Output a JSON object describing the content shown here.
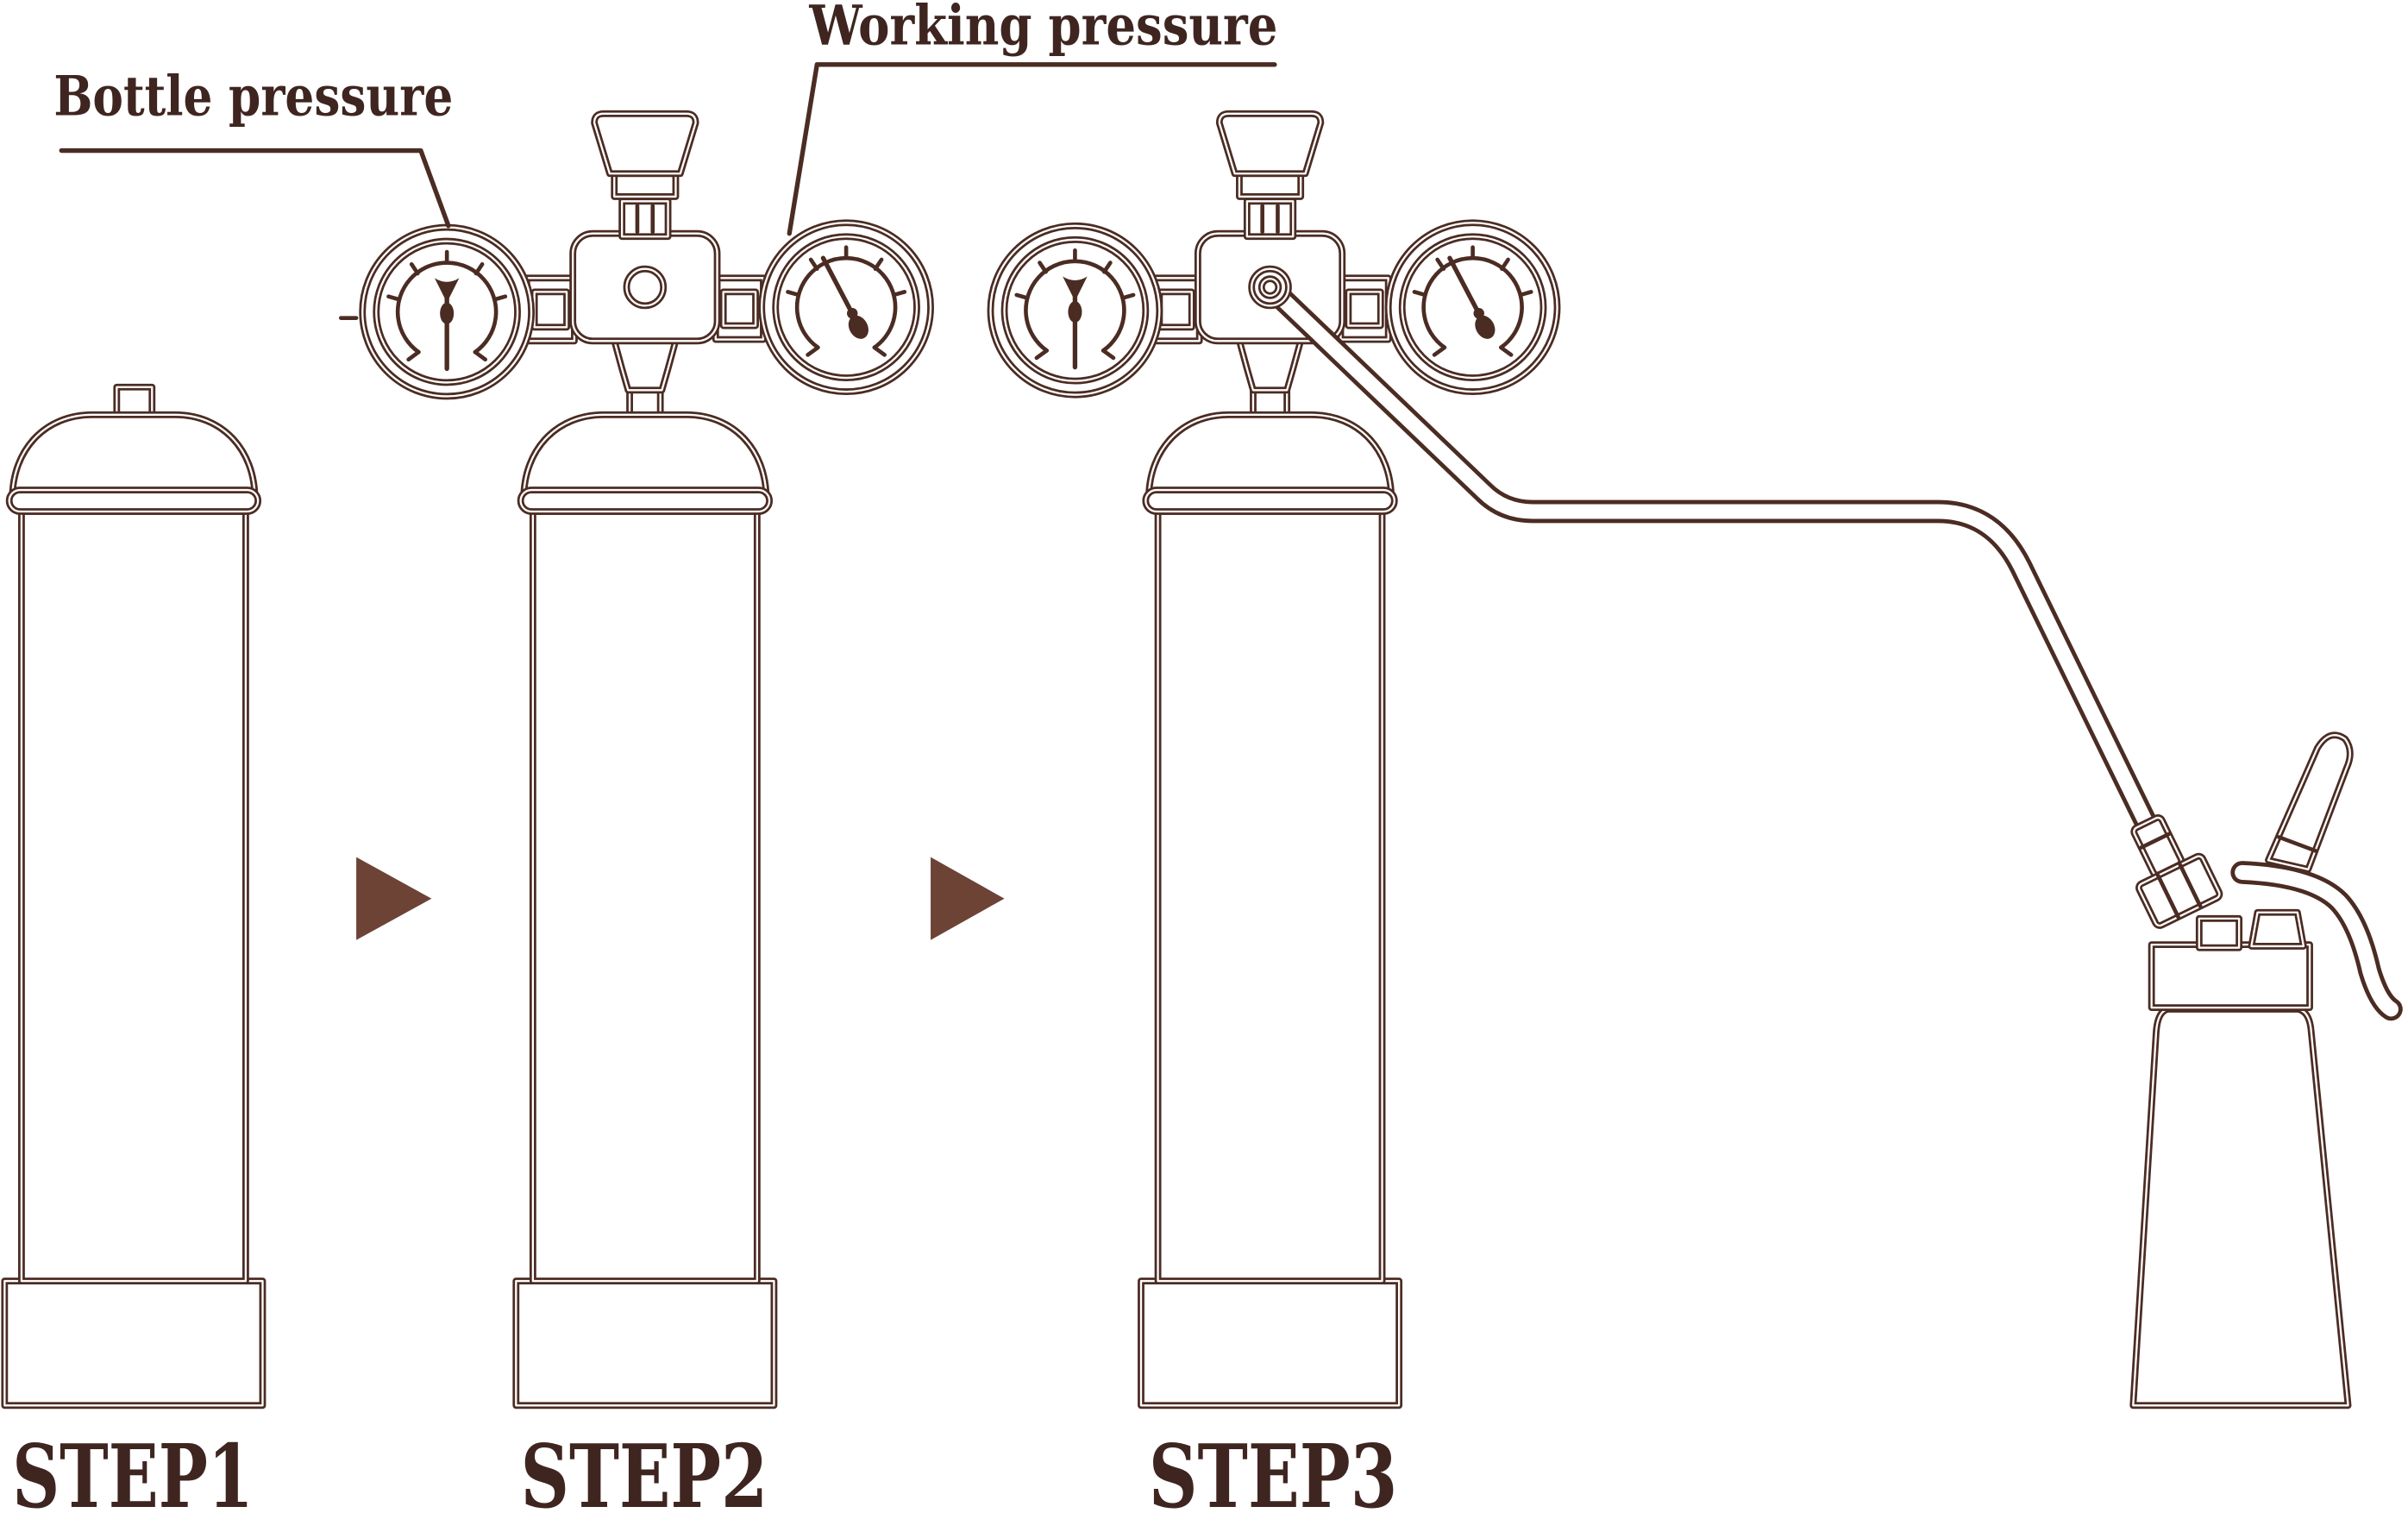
{
  "labels": {
    "bottle_pressure": "Bottle pressure",
    "working_pressure": "Working pressure"
  },
  "steps": [
    {
      "label": "STEP1"
    },
    {
      "label": "STEP2"
    },
    {
      "label": "STEP3"
    }
  ],
  "colors": {
    "line": "#4b2c23",
    "arrow": "#6d4336",
    "text": "#3f2520"
  }
}
